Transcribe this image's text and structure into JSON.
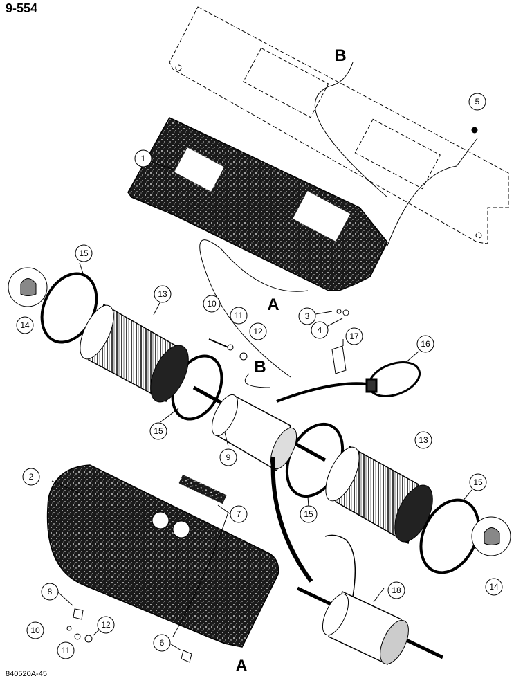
{
  "page_number": "9-554",
  "figure_code": "840520A-45",
  "reference_letters": {
    "b_top": "B",
    "a_mid": "A",
    "b_mid": "B",
    "a_bottom": "A"
  },
  "callouts": [
    "1",
    "2",
    "3",
    "4",
    "5",
    "6",
    "7",
    "8",
    "9",
    "10",
    "10",
    "11",
    "11",
    "12",
    "12",
    "13",
    "13",
    "14",
    "14",
    "15",
    "15",
    "15",
    "15",
    "16",
    "17",
    "18"
  ]
}
